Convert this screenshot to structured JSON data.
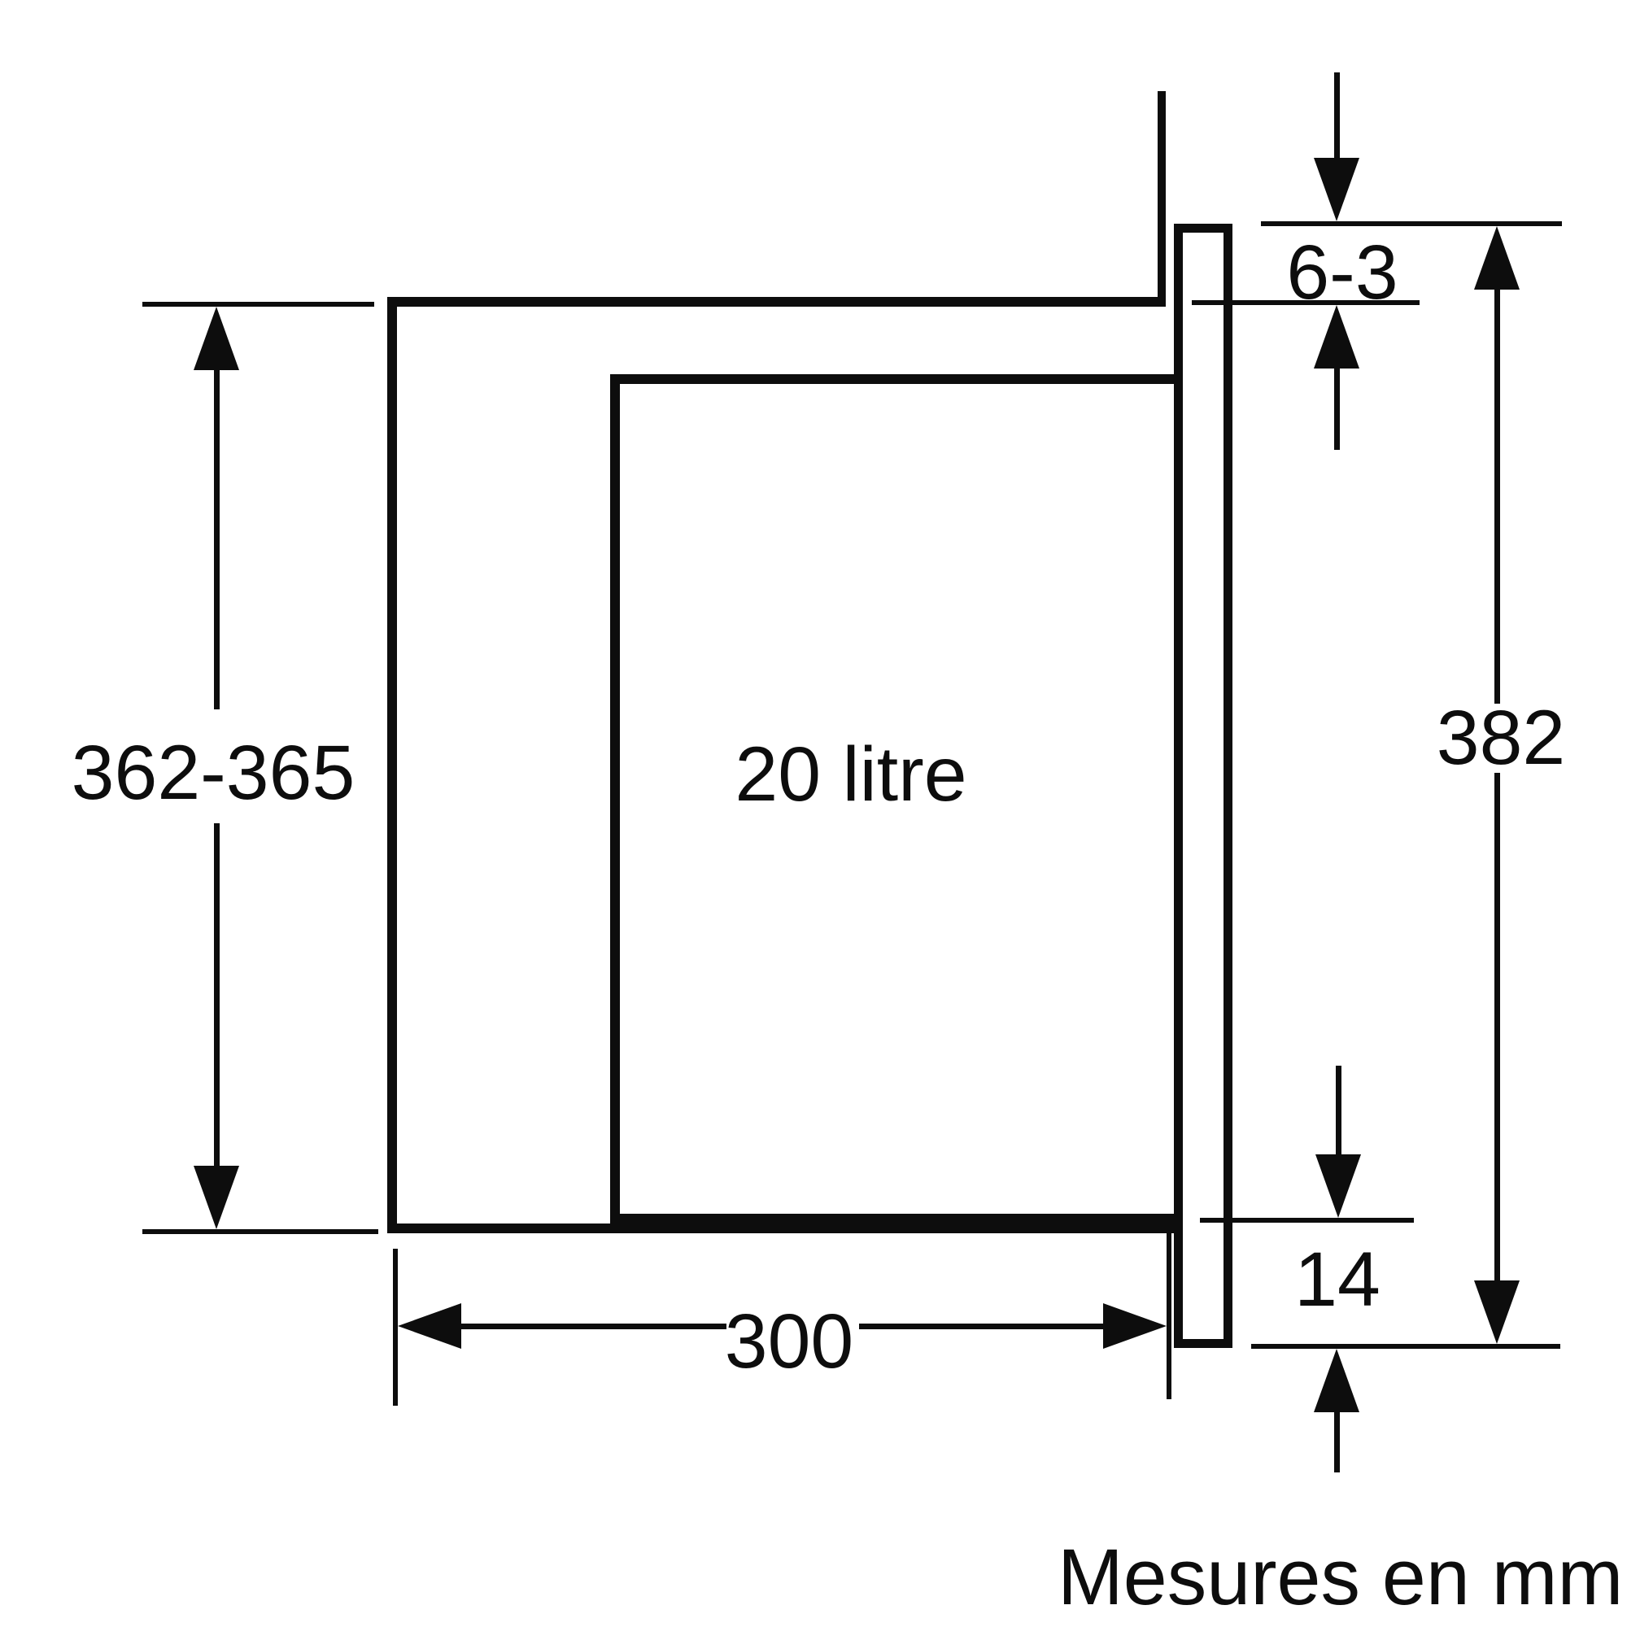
{
  "diagram": {
    "type": "appliance-installation-drawing",
    "line_color": "#0d0d0d",
    "background_color": "#ffffff",
    "labels": {
      "niche_height": "362-365",
      "capacity": "20 litre",
      "top_gap": "6-3",
      "front_height": "382",
      "niche_depth": "300",
      "bottom_overhang": "14",
      "caption": "Mesures en mm"
    }
  }
}
